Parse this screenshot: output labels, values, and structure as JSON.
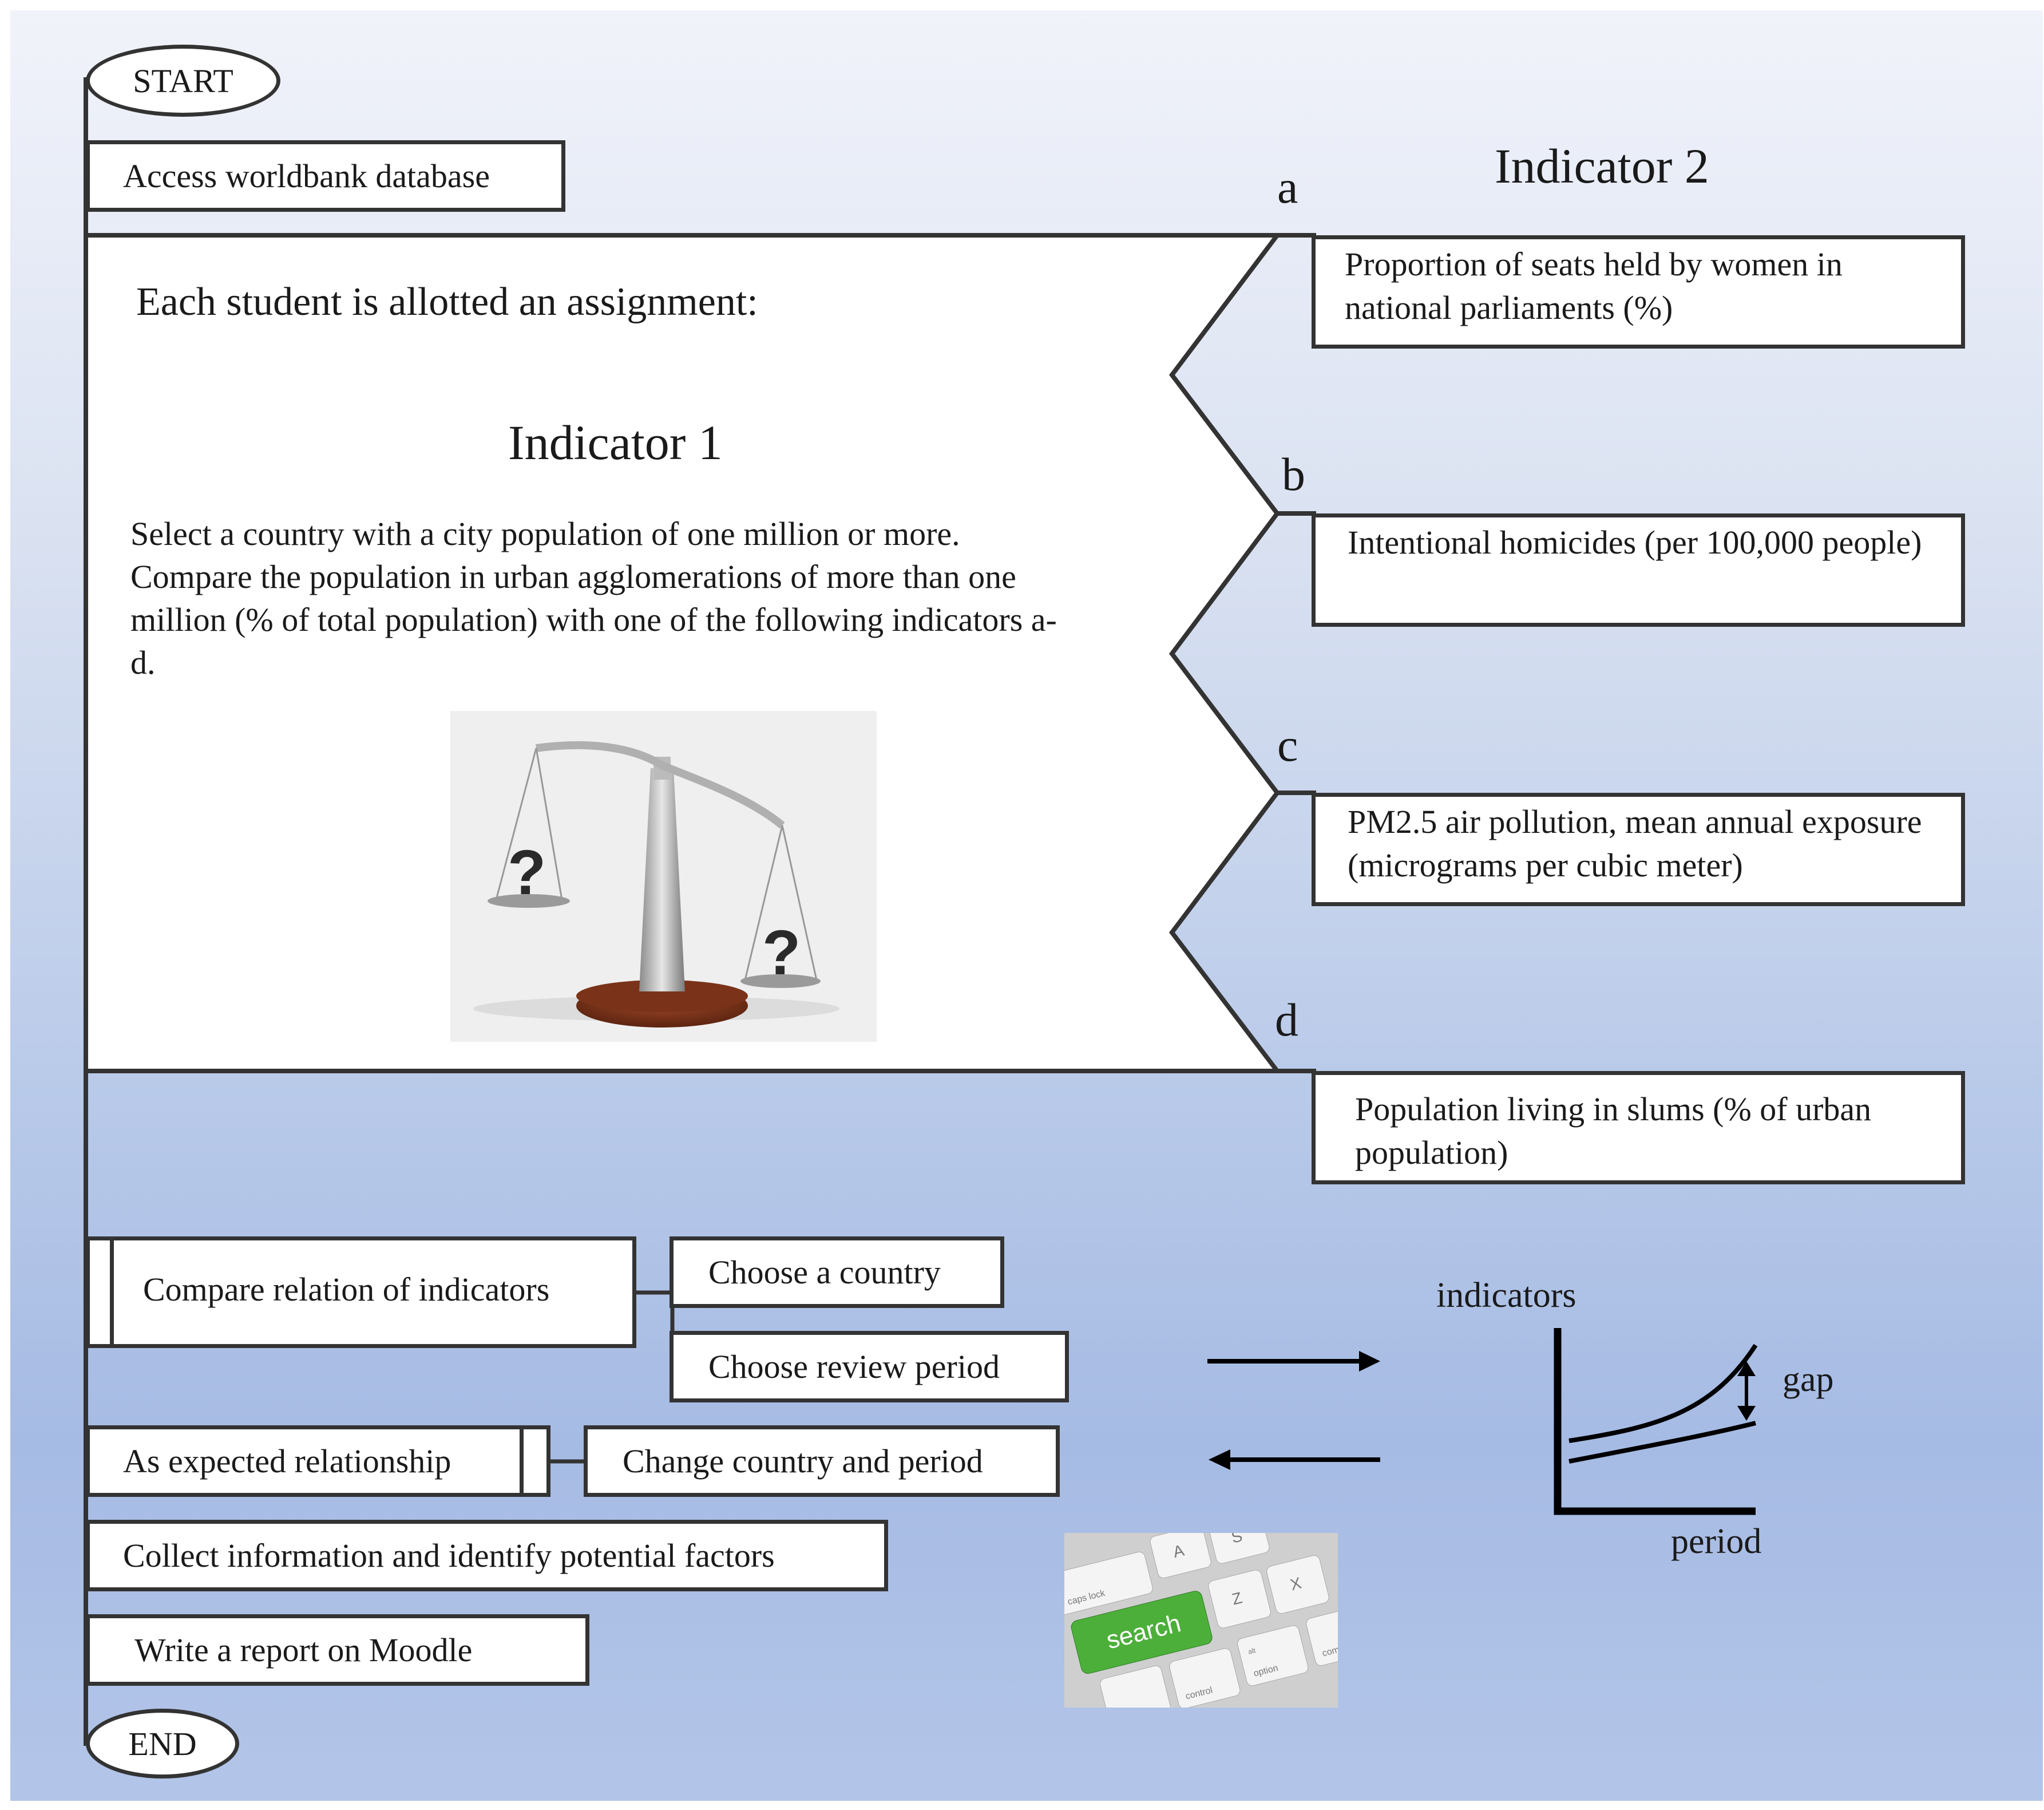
{
  "start_label": "START",
  "end_label": "END",
  "access_step": "Access worldbank database",
  "assignment": {
    "intro": "Each student is allotted an assignment:",
    "indicator1_title": "Indicator 1",
    "indicator1_text": "Select a country with a city population of one million or more. Compare the population in urban agglomerations of more than one million (% of total population) with one of the following indicators a-d."
  },
  "indicator2": {
    "title": "Indicator 2",
    "options": [
      {
        "letter": "a",
        "text": "Proportion of seats held by women in national parliaments (%)"
      },
      {
        "letter": "b",
        "text": "Intentional homicides (per 100,000 people)"
      },
      {
        "letter": "c",
        "text": "PM2.5 air pollution, mean annual exposure (micrograms per cubic meter)"
      },
      {
        "letter": "d",
        "text": "Population living in slums (% of urban population)"
      }
    ]
  },
  "steps": {
    "compare": "Compare relation of indicators",
    "choose_country": "Choose a country",
    "choose_period": "Choose review period",
    "as_expected": "As expected relationship",
    "change": "Change country and period",
    "collect": "Collect information and identify potential factors",
    "report": "Write a report on Moodle"
  },
  "mini_chart": {
    "y_label": "indicators",
    "x_label": "period",
    "gap_label": "gap"
  },
  "images": {
    "scale_marks": [
      "?",
      "?"
    ],
    "keyboard_key": "search",
    "key_letters": [
      "A",
      "S",
      "Z",
      "X"
    ],
    "key_labels": [
      "caps lock",
      "control",
      "option",
      "alt",
      "comma"
    ]
  },
  "colors": {
    "line": "#333333",
    "search_key": "#4caf3a"
  }
}
